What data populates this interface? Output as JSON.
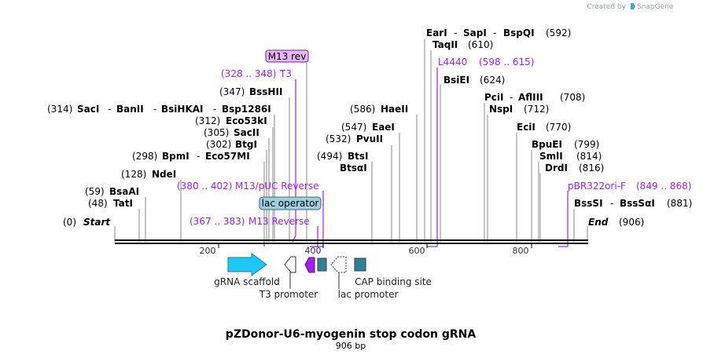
{
  "branding": {
    "created_by": "Created by",
    "app": "SnapGene"
  },
  "map": {
    "title": "pZDonor-U6-myogenin stop codon gRNA",
    "length_label": "906 bp",
    "ticks": [
      "200",
      "400",
      "600",
      "800"
    ],
    "ends": {
      "start": "Start",
      "start_pos": "(0)",
      "end": "End",
      "end_pos": "(906)"
    }
  },
  "sites": [
    {
      "name": "TatI",
      "pos": "(48)"
    },
    {
      "name": "BsaAI",
      "pos": "(59)"
    },
    {
      "name": "NdeI",
      "pos": "(128)"
    },
    {
      "name": "BpmI",
      "name2": "Eco57MI",
      "pos": "(298)"
    },
    {
      "name": "BtgI",
      "pos": "(302)"
    },
    {
      "name": "SacII",
      "pos": "(305)"
    },
    {
      "name": "Eco53kI",
      "pos": "(312)"
    },
    {
      "name": "SacI",
      "name2": "BanII",
      "name3": "BsiHKAI",
      "name4": "Bsp1286I",
      "pos": "(314)"
    },
    {
      "name": "BssHII",
      "pos": "(347)"
    },
    {
      "name": "BtsI",
      "name2": "BtsαI",
      "pos": "(494)"
    },
    {
      "name": "PvuII",
      "pos": "(532)"
    },
    {
      "name": "EaeI",
      "pos": "(547)"
    },
    {
      "name": "HaeII",
      "pos": "(586)"
    },
    {
      "name": "EarI",
      "name2": "SapI",
      "name3": "BspQI",
      "pos": "(592)"
    },
    {
      "name": "TaqII",
      "pos": "(610)"
    },
    {
      "name": "BsiEI",
      "pos": "(624)"
    },
    {
      "name": "PciI",
      "name2": "AflIII",
      "pos": "(708)"
    },
    {
      "name": "NspI",
      "pos": "(712)"
    },
    {
      "name": "EciI",
      "pos": "(770)"
    },
    {
      "name": "BpuEI",
      "pos": "(799)"
    },
    {
      "name": "SmlI",
      "pos": "(814)"
    },
    {
      "name": "DrdI",
      "pos": "(816)"
    },
    {
      "name": "BssSI",
      "name2": "BssSαI",
      "pos": "(881)"
    }
  ],
  "primers": [
    {
      "name": "M13 rev",
      "pos": ""
    },
    {
      "name": "T3",
      "pos": "(328 .. 348)"
    },
    {
      "name": "M13/pUC Reverse",
      "pos": "(380 .. 402)"
    },
    {
      "name": "M13 Reverse",
      "pos": "(367 .. 383)"
    },
    {
      "name": "L4440",
      "pos": "(598 .. 615)"
    },
    {
      "name": "pBR322ori-F",
      "pos": "(849 .. 868)"
    }
  ],
  "features": {
    "lac_operator": "lac operator",
    "grna_scaffold": "gRNA scaffold",
    "t3_promoter": "T3 promoter",
    "lac_promoter": "lac promoter",
    "cap_site": "CAP binding site"
  },
  "colors": {
    "primer": "#a020f0",
    "grna": "#1ec8f5",
    "feature_teal": "#2f7f95",
    "lac_operator": "#9ecfdc",
    "m13rev_box": "#e7b6f7"
  }
}
